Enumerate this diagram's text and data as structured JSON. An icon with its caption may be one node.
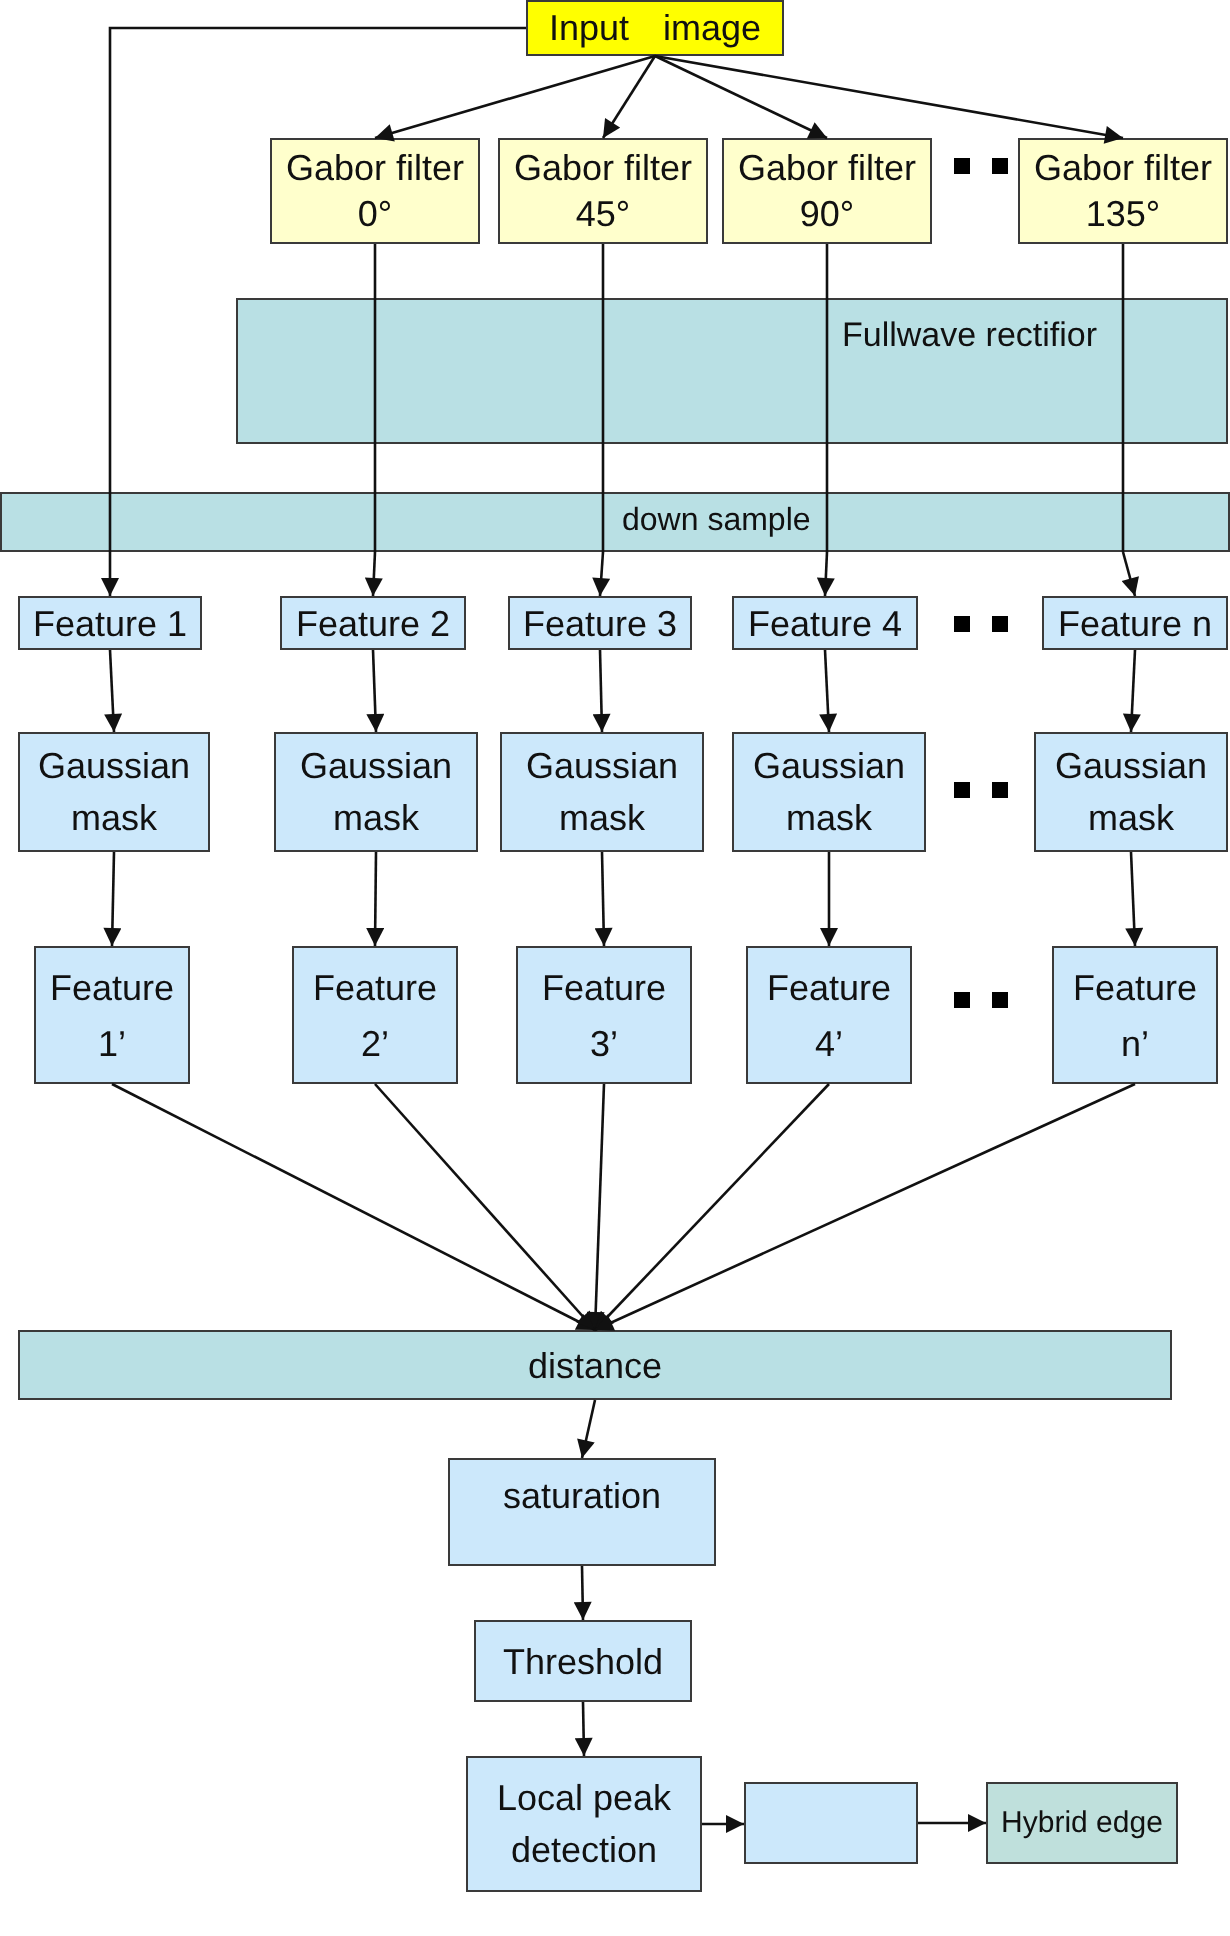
{
  "diagram": {
    "nodes": [
      {
        "text": [
          "Input image"
        ]
      },
      {
        "text": [
          "Gabor filter 0°"
        ]
      },
      {
        "text": [
          "Gabor filter 45°"
        ]
      },
      {
        "text": [
          "Gabor filter 90°"
        ]
      },
      {
        "text": [
          "Gabor filter 135°"
        ]
      },
      {
        "text": [
          "Fullwave rectifior"
        ]
      },
      {
        "text": [
          "down sample"
        ]
      },
      {
        "text": [
          "Feature 1"
        ]
      },
      {
        "text": [
          "Feature 2"
        ]
      },
      {
        "text": [
          "Feature 3"
        ]
      },
      {
        "text": [
          "Feature 4"
        ]
      },
      {
        "text": [
          "Feature n"
        ]
      },
      {
        "text": [
          "Gaussian mask"
        ]
      },
      {
        "text": [
          "Gaussian mask"
        ]
      },
      {
        "text": [
          "Gaussian mask"
        ]
      },
      {
        "text": [
          "Gaussian mask"
        ]
      },
      {
        "text": [
          "Gaussian mask"
        ]
      },
      {
        "text": [
          "Feature 1’"
        ]
      },
      {
        "text": [
          "Feature 2’"
        ]
      },
      {
        "text": [
          "Feature 3’"
        ]
      },
      {
        "text": [
          "Feature 4’"
        ]
      },
      {
        "text": [
          "Feature n’"
        ]
      },
      {
        "text": [
          "distance"
        ]
      },
      {
        "text": [
          "saturation"
        ]
      },
      {
        "text": [
          "Threshold"
        ]
      },
      {
        "text": [
          "Local peak detection"
        ]
      },
      {
        "text": [],
        "shape": "box"
      },
      {
        "text": [
          "Hybrid edge"
        ]
      }
    ],
    "edges": [
      {
        "from": 0,
        "to": 1,
        "arrow": "to"
      },
      {
        "from": 0,
        "to": 2,
        "arrow": "to"
      },
      {
        "from": 0,
        "to": 3,
        "arrow": "to"
      },
      {
        "from": 0,
        "to": 4,
        "arrow": "to"
      },
      {
        "from": 0,
        "to": 6,
        "arrow": "none"
      },
      {
        "from": 1,
        "to": 5,
        "arrow": "none"
      },
      {
        "from": 2,
        "to": 5,
        "arrow": "none"
      },
      {
        "from": 3,
        "to": 5,
        "arrow": "none"
      },
      {
        "from": 4,
        "to": 5,
        "arrow": "none"
      },
      {
        "from": 5,
        "to": 6,
        "arrow": "none"
      },
      {
        "from": 5,
        "to": 6,
        "arrow": "none"
      },
      {
        "from": 5,
        "to": 6,
        "arrow": "none"
      },
      {
        "from": 5,
        "to": 6,
        "arrow": "none"
      },
      {
        "from": 6,
        "to": 7,
        "arrow": "to"
      },
      {
        "from": 6,
        "to": 8,
        "arrow": "to"
      },
      {
        "from": 6,
        "to": 9,
        "arrow": "to"
      },
      {
        "from": 6,
        "to": 10,
        "arrow": "to"
      },
      {
        "from": 6,
        "to": 11,
        "arrow": "to"
      },
      {
        "from": 7,
        "to": 12,
        "arrow": "to"
      },
      {
        "from": 8,
        "to": 13,
        "arrow": "to"
      },
      {
        "from": 9,
        "to": 14,
        "arrow": "to"
      },
      {
        "from": 10,
        "to": 15,
        "arrow": "to"
      },
      {
        "from": 11,
        "to": 16,
        "arrow": "to"
      },
      {
        "from": 12,
        "to": 17,
        "arrow": "to"
      },
      {
        "from": 13,
        "to": 18,
        "arrow": "to"
      },
      {
        "from": 14,
        "to": 19,
        "arrow": "to"
      },
      {
        "from": 15,
        "to": 20,
        "arrow": "to"
      },
      {
        "from": 16,
        "to": 21,
        "arrow": "to"
      },
      {
        "from": 17,
        "to": 22,
        "arrow": "to"
      },
      {
        "from": 18,
        "to": 22,
        "arrow": "to"
      },
      {
        "from": 19,
        "to": 22,
        "arrow": "to"
      },
      {
        "from": 20,
        "to": 22,
        "arrow": "to"
      },
      {
        "from": 21,
        "to": 22,
        "arrow": "to"
      },
      {
        "from": 22,
        "to": 23,
        "arrow": "to"
      },
      {
        "from": 23,
        "to": 24,
        "arrow": "to"
      },
      {
        "from": 24,
        "to": 25,
        "arrow": "to"
      },
      {
        "from": 25,
        "to": 26,
        "arrow": "to"
      },
      {
        "from": 26,
        "to": 27,
        "arrow": "to"
      }
    ]
  }
}
